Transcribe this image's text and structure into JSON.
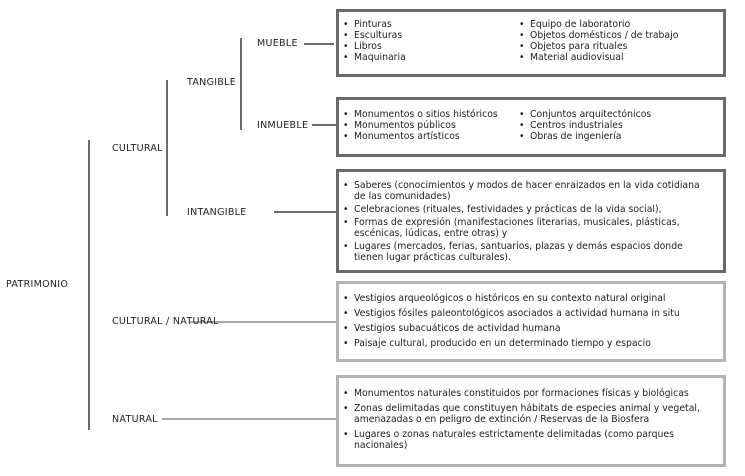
{
  "labels": {
    "root": "PATRIMONIO",
    "cultural": "CULTURAL",
    "cultural_natural": "CULTURAL / NATURAL",
    "natural": "NATURAL",
    "tangible": "TANGIBLE",
    "intangible": "INTANGIBLE",
    "mueble": "MUEBLE",
    "inmueble": "INMUEBLE"
  },
  "boxes": {
    "mueble": {
      "left": [
        "Pinturas",
        "Esculturas",
        "Libros",
        "Maquinaria"
      ],
      "right": [
        "Equipo de laboratorio",
        "Objetos domésticos / de trabajo",
        "Objetos para rituales",
        "Material audiovisual"
      ]
    },
    "inmueble": {
      "left": [
        "Monumentos o sitios históricos",
        "Monumentos públicos",
        "Monumentos artísticos"
      ],
      "right": [
        "Conjuntos arquitectónicos",
        "Centros industriales",
        "Obras de ingeniería"
      ]
    },
    "intangible": [
      "Saberes (conocimientos y modos de hacer enraizados en la vida cotidiana de las comunidades)",
      "Celebraciones (rituales, festividades y prácticas de la vida social),",
      "Formas de expresión (manifestaciones literarias, musicales, plásticas, escénicas, lúdicas, entre otras) y",
      "Lugares (mercados, ferias, santuarios, plazas y demás espacios donde tienen lugar prácticas culturales)."
    ],
    "cultural_natural": [
      "Vestigios arqueológicos o históricos en su contexto natural original",
      "Vestigios fósiles paleontológicos asociados a actividad humana in situ",
      "Vestigios subacuáticos de actividad humana",
      "Paisaje cultural, producido en un determinado tiempo y espacio"
    ],
    "natural": [
      "Monumentos naturales constituidos por formaciones físicas y biológicas",
      "Zonas delimitadas que constituyen hábitats de especies animal y vegetal, amenazadas o en peligro de extinción / Reservas de la Biosfera",
      "Lugares o zonas naturales estrictamente delimitadas (como parques nacionales)"
    ]
  },
  "colors": {
    "dark_line": "#6a6a6a",
    "light_line": "#a8a8a8"
  }
}
